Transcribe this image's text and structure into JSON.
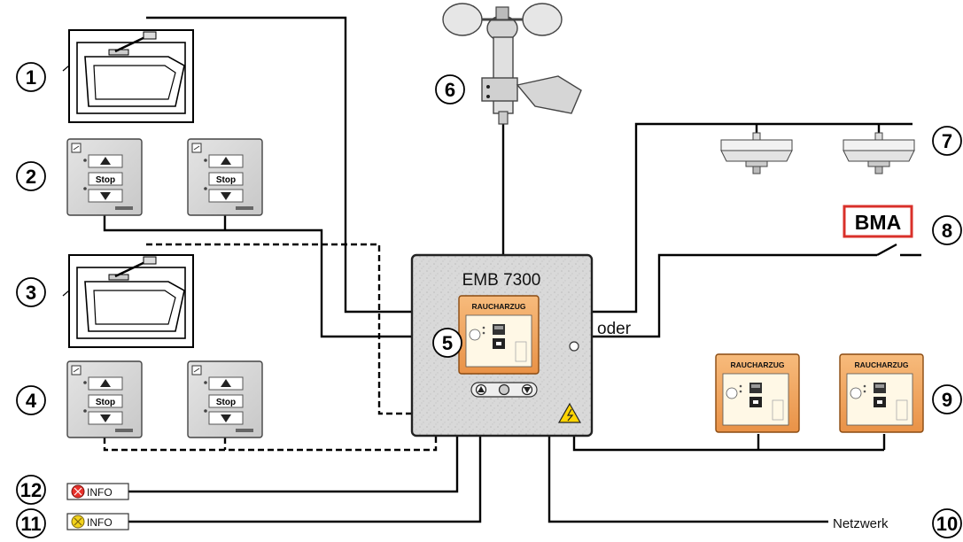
{
  "central": {
    "title": "EMB 7300",
    "panel_label": "RAUCHARZUG"
  },
  "wall_switch": {
    "stop_label": "Stop"
  },
  "fire_alarm": {
    "label": "BMA"
  },
  "connection": {
    "or_label": "oder",
    "network_label": "Netzwerk"
  },
  "smoke_vent_button": {
    "label": "RAUCHARZUG"
  },
  "info_indicators": [
    {
      "label": "INFO",
      "color": "#e8302a"
    },
    {
      "label": "INFO",
      "color": "#f2d21b"
    }
  ],
  "callouts": [
    "1",
    "2",
    "3",
    "4",
    "5",
    "6",
    "7",
    "8",
    "9",
    "10",
    "11",
    "12"
  ],
  "colors": {
    "orange": "#f0a35a",
    "orange_dark": "#d9822c",
    "bma_red": "#d9302a",
    "panel_gray": "#d6d6d6"
  }
}
